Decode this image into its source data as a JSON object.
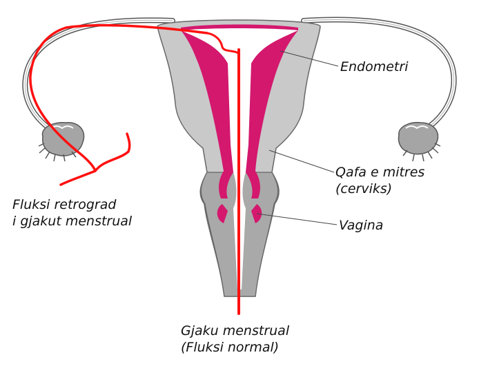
{
  "labels": {
    "endometrium": "Endometri",
    "cervix_line1": "Qafa e mitres",
    "cervix_line2": "(cerviks)",
    "vagina": "Vagina",
    "retrograde_line1": "Fluksi retrograd",
    "retrograde_line2": "i gjakut menstrual",
    "menstrual_line1": "Gjaku menstrual",
    "menstrual_line2": "(Fluksi normal)"
  },
  "colors": {
    "uterus_tissue": "#c8c8c8",
    "uterus_tissue_dark": "#9a9a9a",
    "vaginal_tissue": "#a9a9a9",
    "endometrium": "#d4186e",
    "blood_flow": "#ff1010",
    "outline": "#555555",
    "leader_line": "#444444",
    "text": "#111111"
  }
}
